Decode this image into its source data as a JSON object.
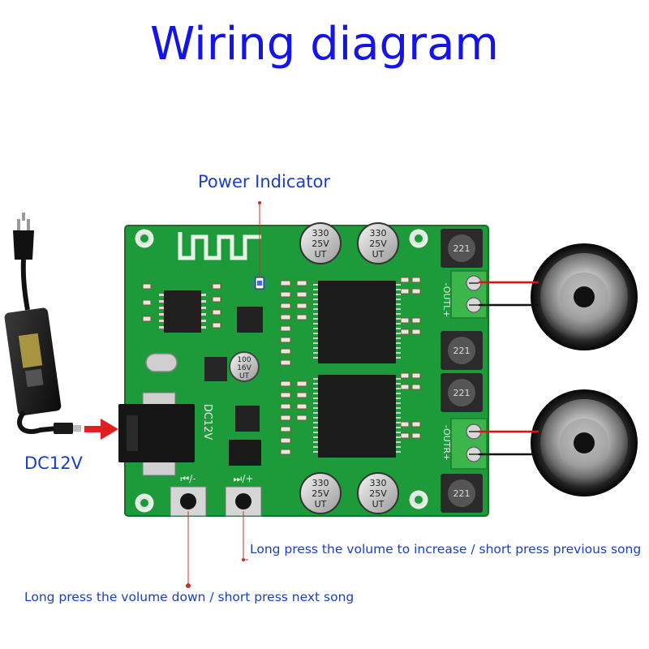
{
  "title": "Wiring diagram",
  "labels": {
    "power_indicator": "Power Indicator",
    "dc_input": "DC12V",
    "volume_up": "Long press the volume to increase / short press previous song",
    "volume_down": "Long press the volume down / short press next song"
  },
  "board": {
    "capacitor_text": [
      "330",
      "25V",
      "UT"
    ],
    "small_cap_text": [
      "100",
      "16V",
      "UT"
    ],
    "inductor_text": "221",
    "dc_silk": "DC12V",
    "out_left_silk": "-OUTL+",
    "out_right_silk": "-OUTR+",
    "button_prev_silk": "⏮/-",
    "button_next_silk": "⏭/+"
  },
  "colors": {
    "title": "#1414e6",
    "label": "#1b3fc4",
    "pcb": "#1d9a3a",
    "wire_red": "#e01010",
    "wire_black": "#111111",
    "arrow": "#e02020",
    "terminal": "#3cb54a"
  },
  "icons": {
    "power_adapter": "power-adapter-icon",
    "speaker": "speaker-icon",
    "led": "led-icon"
  }
}
